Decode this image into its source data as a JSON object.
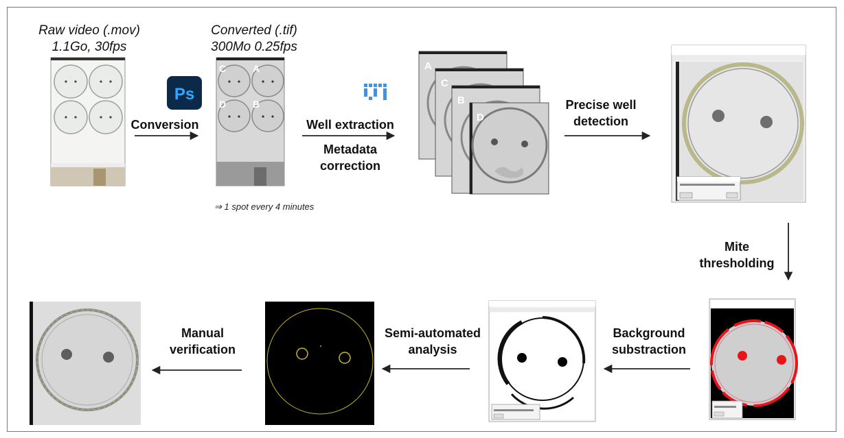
{
  "stage1": {
    "title": "Raw video (.mov)",
    "subtitle": "1.1Go, 30fps"
  },
  "stage2": {
    "title": "Converted (.tif)",
    "subtitle": "300Mo 0.25fps",
    "note": "⇒ 1 spot every 4 minutes",
    "well_letters": [
      "C",
      "A",
      "D",
      "B"
    ]
  },
  "stack_letters": [
    "A",
    "C",
    "B",
    "D"
  ],
  "photoshop_logo": "Ps",
  "steps": {
    "conversion": "Conversion",
    "well_extraction": "Well extraction",
    "metadata_line1": "Metadata",
    "metadata_line2": "correction",
    "precise_line1": "Precise well",
    "precise_line2": "detection",
    "mite_line1": "Mite",
    "mite_line2": "thresholding",
    "background_line1": "Background",
    "background_line2": "substraction",
    "semi_line1": "Semi-automated",
    "semi_line2": "analysis",
    "manual_line1": "Manual",
    "manual_line2": "verification"
  },
  "colors": {
    "arrow": "#222222",
    "photoshop_bg": "#0b2a4a",
    "photoshop_text": "#31a8ff",
    "fiji_blue": "#4a90d9",
    "threshold_red": "#e8141a",
    "outline_yellow": "#c8b820"
  }
}
